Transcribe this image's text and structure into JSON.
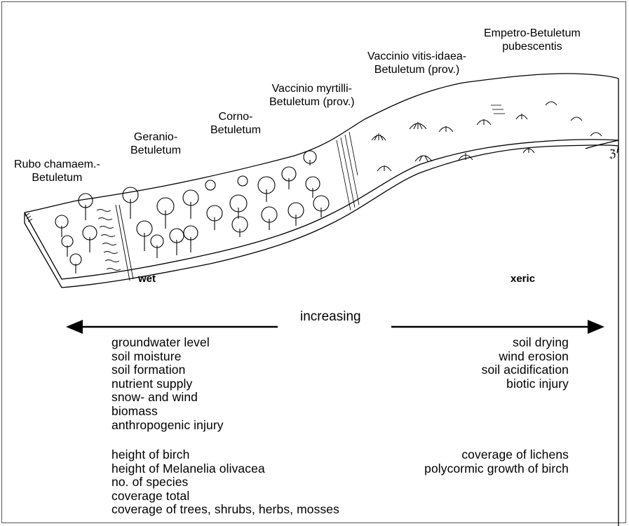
{
  "zones": [
    {
      "id": "rubo",
      "label": "Rubo chamaem.-\nBetuletum"
    },
    {
      "id": "geranio",
      "label": "Geranio-\nBetuletum"
    },
    {
      "id": "corno",
      "label": "Corno-\nBetuletum"
    },
    {
      "id": "myrtilli",
      "label": "Vaccinio myrtilli-\nBetuletum (prov.)"
    },
    {
      "id": "vitis",
      "label": "Vaccinio vitis-idaea-\nBetuletum (prov.)"
    },
    {
      "id": "empetro",
      "label": "Empetro-Betuletum\npubescentis"
    }
  ],
  "gradient": {
    "wet": "wet",
    "xeric": "xeric",
    "increasing": "increasing"
  },
  "left_factors": [
    "groundwater level",
    "soil moisture",
    "soil formation",
    "nutrient supply",
    "snow- and wind",
    "biomass",
    "anthropogenic injury"
  ],
  "right_factors": [
    "soil drying",
    "wind erosion",
    "soil acidification",
    "biotic injury"
  ],
  "left_attributes": [
    "height of birch",
    "height of Melanelia olivacea",
    "no. of species",
    "coverage total",
    "coverage of trees, shrubs, herbs, mosses"
  ],
  "right_attributes": [
    "coverage of lichens",
    "polycormic growth of birch"
  ],
  "signature": "ℨ",
  "colors": {
    "ink": "#000000",
    "paper": "#ffffff"
  }
}
